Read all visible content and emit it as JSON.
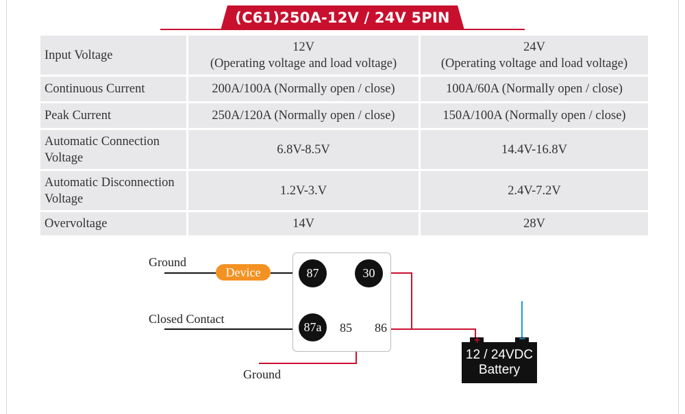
{
  "title": "(C61)250A-12V / 24V 5PIN",
  "table": {
    "rows": [
      {
        "label": "Input Voltage",
        "v12": "12V\n(Operating voltage and load voltage)",
        "v24": "24V\n(Operating voltage and load voltage)"
      },
      {
        "label": "Continuous Current",
        "v12": "200A/100A (Normally open / close)",
        "v24": "100A/60A (Normally open / close)"
      },
      {
        "label": "Peak Current",
        "v12": "250A/120A (Normally open / close)",
        "v24": "150A/100A (Normally open / close)"
      },
      {
        "label": "Automatic Connection Voltage",
        "v12": "6.8V-8.5V",
        "v24": "14.4V-16.8V"
      },
      {
        "label": "Automatic Disconnection Voltage",
        "v12": "1.2V-3.V",
        "v24": "2.4V-7.2V"
      },
      {
        "label": "Overvoltage",
        "v12": "14V",
        "v24": "28V"
      }
    ]
  },
  "diagram": {
    "ground_top": "Ground",
    "closed_contact": "Closed Contact",
    "ground_bottom": "Ground",
    "device": "Device",
    "pin_87": "87",
    "pin_30": "30",
    "pin_87a": "87a",
    "pin_85": "85",
    "pin_86": "86",
    "battery_line1": "12 / 24VDC",
    "battery_line2": "Battery",
    "plus": "+",
    "minus": "−"
  },
  "colors": {
    "accent_red": "#c8102e",
    "device_orange": "#f39222",
    "wire_blue": "#1a9bd7",
    "table_bg": "#e8e8ea"
  }
}
